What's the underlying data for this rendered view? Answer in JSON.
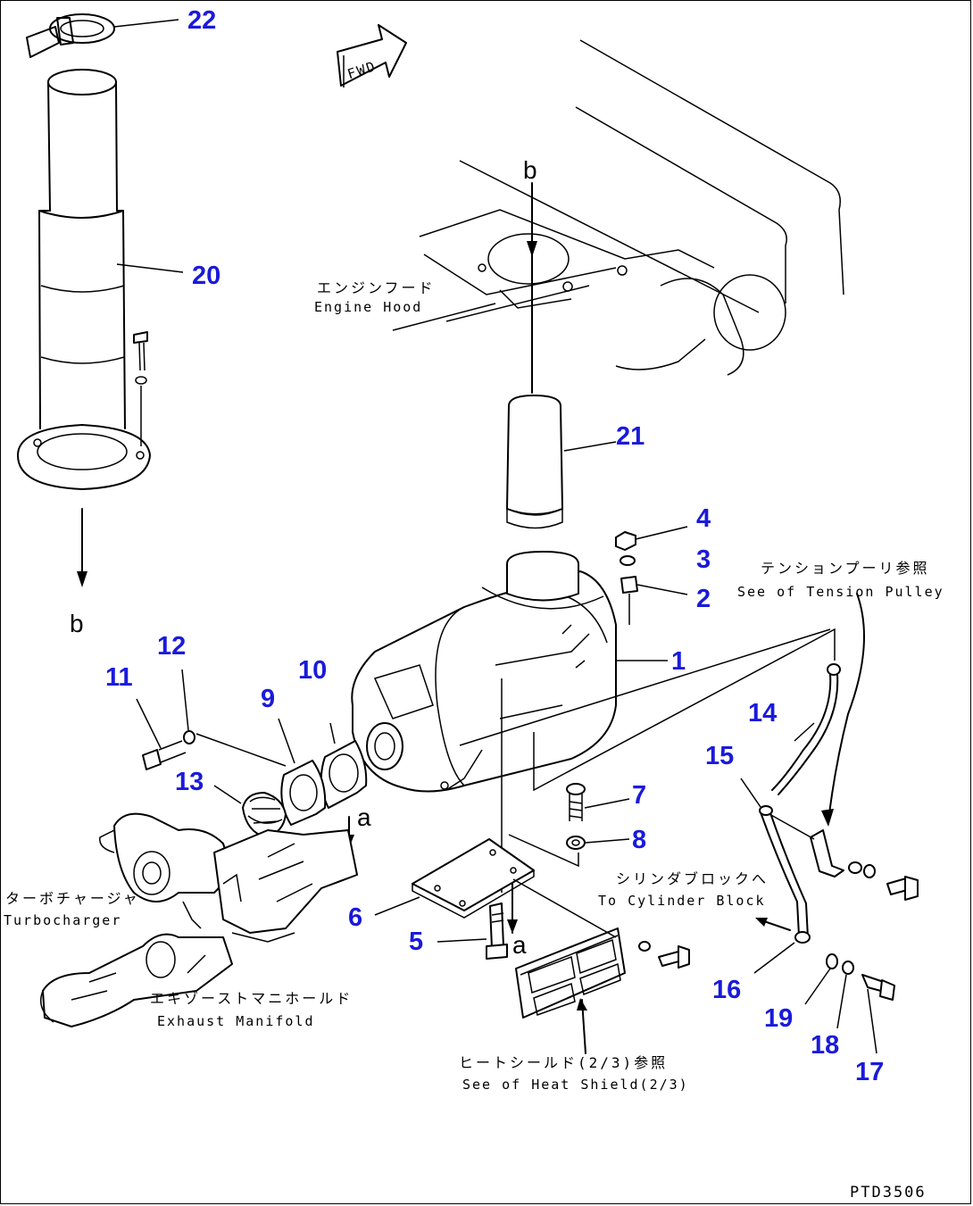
{
  "callouts": {
    "n1": "1",
    "n2": "2",
    "n3": "3",
    "n4": "4",
    "n5": "5",
    "n6": "6",
    "n7": "7",
    "n8": "8",
    "n9": "9",
    "n10": "10",
    "n11": "11",
    "n12": "12",
    "n13": "13",
    "n14": "14",
    "n15": "15",
    "n16": "16",
    "n17": "17",
    "n18": "18",
    "n19": "19",
    "n20": "20",
    "n21": "21",
    "n22": "22"
  },
  "labels": {
    "engine_hood_jp": "エンジンフード",
    "engine_hood_en": "Engine Hood",
    "tension_pulley_jp": "テンションプーリ参照",
    "tension_pulley_en": "See of Tension Pulley",
    "cylinder_block_jp": "シリンダブロックへ",
    "cylinder_block_en": "To Cylinder Block",
    "turbocharger_jp": "ターボチャージャ",
    "turbocharger_en": "Turbocharger",
    "exhaust_manifold_jp": "エキゾーストマニホールド",
    "exhaust_manifold_en": "Exhaust Manifold",
    "heat_shield_jp": "ヒートシールド(2/3)参照",
    "heat_shield_en": "See of Heat Shield(2/3)",
    "fwd": "FWD"
  },
  "refs": {
    "b_top": "b",
    "b_left": "b",
    "a_upper": "a",
    "a_lower": "a"
  },
  "drawing_code": "PTD3506",
  "colors": {
    "callout": "#1a1adc",
    "line": "#000000"
  }
}
